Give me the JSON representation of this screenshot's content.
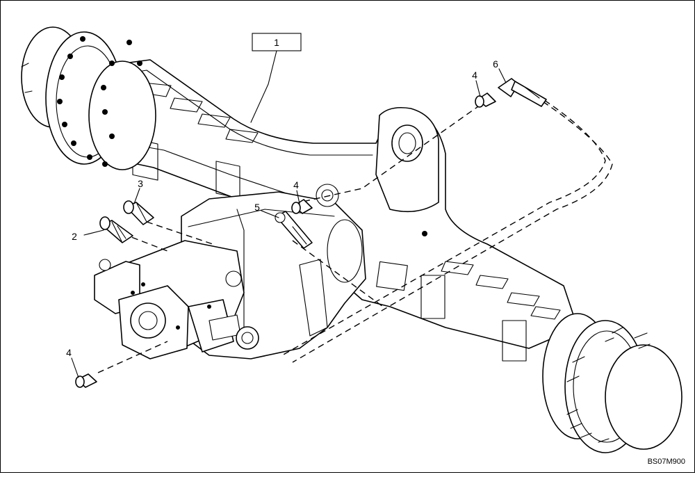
{
  "figure_code": "BS07M900",
  "callouts": {
    "c1": "1",
    "c2": "2",
    "c3": "3",
    "c4a": "4",
    "c4b": "4",
    "c4c": "4",
    "c5": "5",
    "c6": "6"
  },
  "colors": {
    "line": "#000000",
    "background": "#ffffff"
  }
}
